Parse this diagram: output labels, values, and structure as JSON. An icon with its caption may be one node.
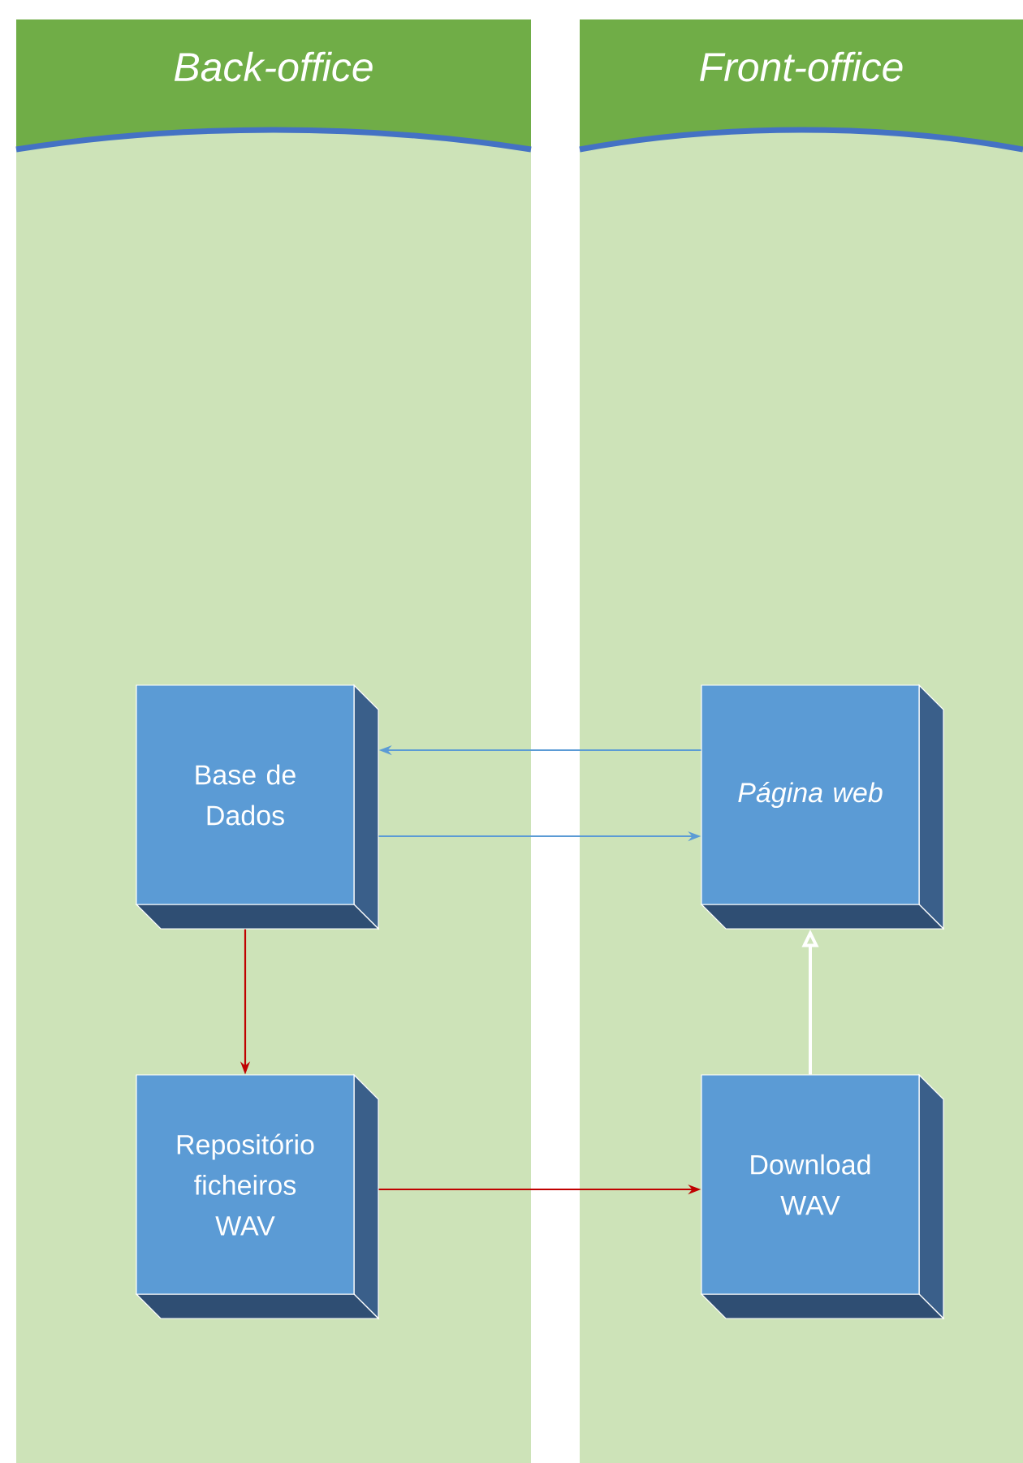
{
  "diagram": {
    "nodes": [
      {
        "text": [
          "Back-office"
        ]
      },
      {
        "text": [
          "Front-office"
        ]
      },
      {
        "text": [
          "Base de Dados"
        ],
        "in": 0
      },
      {
        "text": [
          "Repositório ficheiros WAV"
        ],
        "in": 0
      },
      {
        "text": [
          "Página web"
        ],
        "in": 1
      },
      {
        "text": [
          "Download WAV"
        ],
        "in": 1
      }
    ],
    "edges": [
      {
        "from": 4,
        "to": 2,
        "arrow": "to",
        "color": "#5b9bd5"
      },
      {
        "from": 2,
        "to": 4,
        "arrow": "to",
        "color": "#5b9bd5"
      },
      {
        "from": 2,
        "to": 3,
        "arrow": "to",
        "color": "#c00000"
      },
      {
        "from": 3,
        "to": 5,
        "arrow": "to",
        "color": "#c00000"
      },
      {
        "from": 5,
        "to": 4,
        "arrow": "to",
        "color": "#ffffff"
      }
    ]
  }
}
